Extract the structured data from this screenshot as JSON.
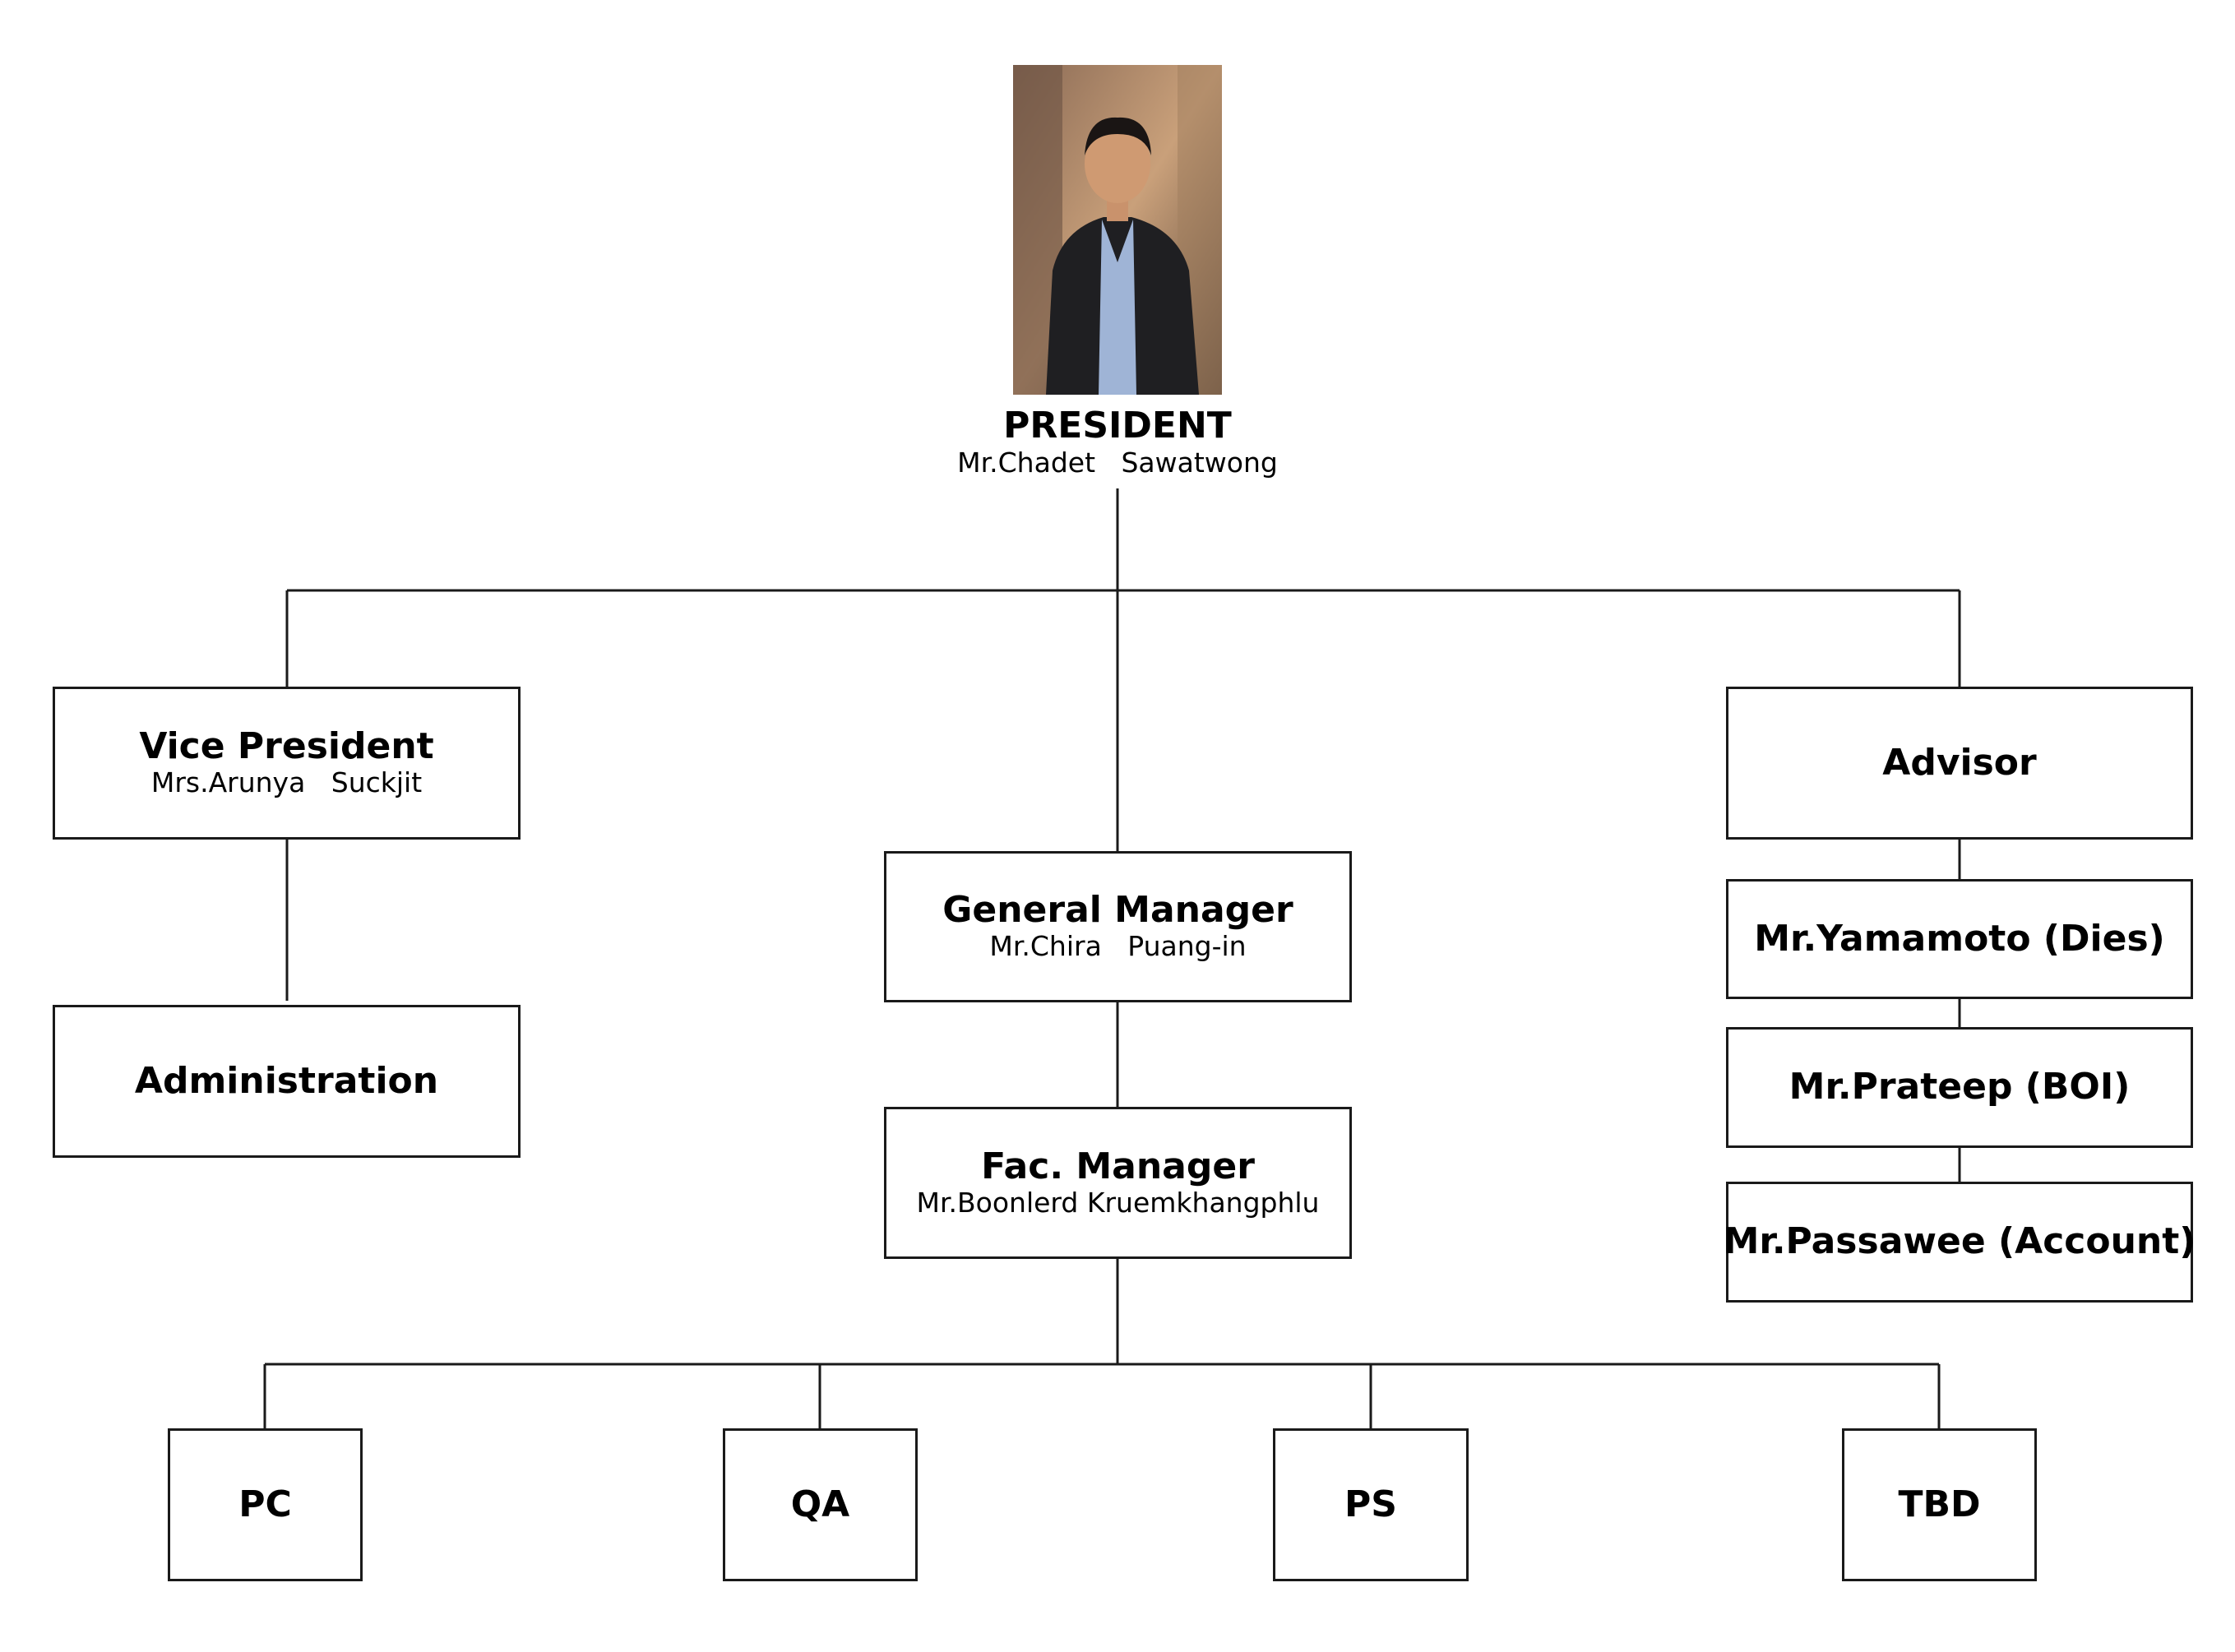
{
  "president": {
    "title": "PRESIDENT",
    "name": "Mr.Chadet   Sawatwong"
  },
  "vice_president": {
    "title": "Vice President",
    "name": "Mrs.Arunya   Suckjit"
  },
  "administration": {
    "title": "Administration"
  },
  "general_manager": {
    "title": "General Manager",
    "name": "Mr.Chira   Puang-in"
  },
  "factory_manager": {
    "title": "Fac. Manager",
    "name": "Mr.Boonlerd Kruemkhangphlu"
  },
  "advisor": {
    "title": "Advisor",
    "members": [
      "Mr.Yamamoto (Dies)",
      "Mr.Prateep (BOI)",
      "Mr.Passawee (Account)"
    ]
  },
  "departments": [
    "PC",
    "QA",
    "PS",
    "TBD"
  ]
}
